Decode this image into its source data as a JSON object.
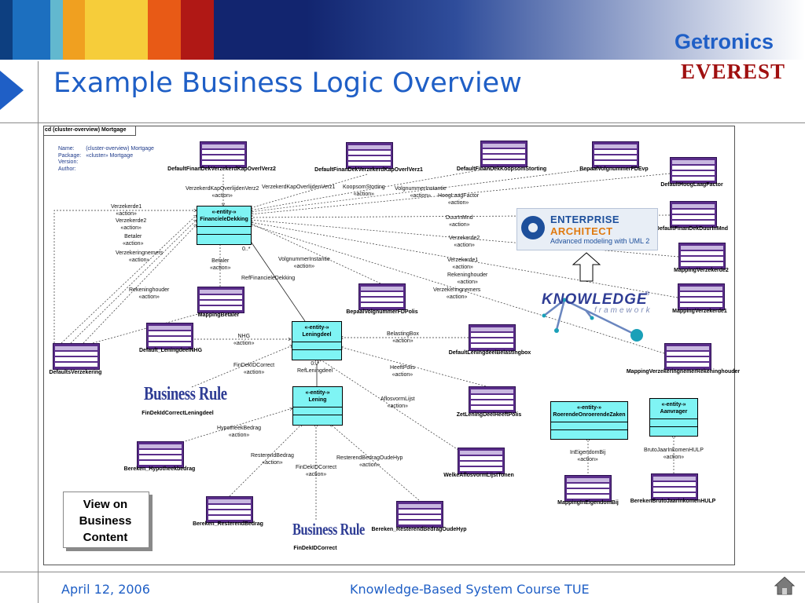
{
  "header": {
    "title": "Example Business Logic Overview",
    "logo_primary": "Getronics",
    "logo_secondary": "EVEREST",
    "band_colors": [
      "#0d3f80",
      "#1c6fbf",
      "#62b8cf",
      "#f0a020",
      "#f6cd3a",
      "#e85a16",
      "#b01815",
      "#12256f"
    ]
  },
  "diagram": {
    "frame_label": "cd (cluster-overview) Mortgage",
    "meta": [
      {
        "key": "Name:",
        "value": "(cluster-overview) Mortgage"
      },
      {
        "key": "Package:",
        "value": "«cluster» Mortgage"
      },
      {
        "key": "Version:",
        "value": ""
      },
      {
        "key": "Author:",
        "value": ""
      }
    ],
    "entities": {
      "financieledekking": {
        "stereo": "«-entity-»",
        "name": "FinancieleDekking"
      },
      "leningdeel": {
        "stereo": "«-entity-»",
        "name": "Leningdeel"
      },
      "lening": {
        "stereo": "«-entity-»",
        "name": "Lening"
      },
      "roerende": {
        "stereo": "«-entity-»",
        "name": "RoerendeOnroerendeZaken"
      },
      "aanvrager": {
        "stereo": "«-entity-»",
        "name": "Aanvrager"
      }
    },
    "boxes": {
      "b1": "DefaultFinanDekVerzekerdKapOverlVerz2",
      "b2": "DefaultFinanDekVerzekerdKapOverlVerz1",
      "b3": "DefaultFinanDekKoopsomStorting",
      "b4": "BepaalVolgnummerFDEvp",
      "b5": "DefaultHoogLaagFactor",
      "b6": "DefaultFinanDekDuurInMnd",
      "b7": "MappingVerzekerde2",
      "b8": "MappingVerzekerde1",
      "b9": "MappingVerzekeringnemerRekeninghouder",
      "b10": "MappingBetaler",
      "b11": "BepaalVolgnummerFDPolis",
      "b12": "Default_LeningdeelNHG",
      "b13": "DefaultsVerzekering",
      "b14": "DefaultLeningdeelBelastingbox",
      "b15": "ZetLeningDeelHeeftPolis",
      "b16": "WelkeAflosvormLijstTonen",
      "b17": "Bereken_Hypotheekbedrag",
      "b18": "Bereken_ResterendBedrag",
      "b19": "Bereken_ResterendBedragOudeHyp",
      "b20": "MappingInEigendomBij",
      "b21": "BerekenBrutoJaarinkomenHULP",
      "br1": "FinDekIdCorrectLeningdeel",
      "br2": "FinDekIDCorrect"
    },
    "labels": {
      "l1a": "VerzekerdKapOverlijdenVerz2",
      "l1b": "«action»",
      "l2": "VerzekerdKapOverlijdenVerz1",
      "l3a": "KoopsomStorting",
      "l3b": "«action»",
      "l4a": "VolgnummerInstantie",
      "l4b": "«action»",
      "l5a": "HoogLaagFactor",
      "l5b": "«action»",
      "l6a": "DuurInMnd",
      "l6b": "«action»",
      "l7a": "Verzekerde2",
      "l7b": "«action»",
      "l8a": "Verzekerde1",
      "l8b": "«action»",
      "l9a": "Rekeninghouder",
      "l9b": "«action»",
      "l10a": "Verzekeringnemers",
      "l10b": "«action»",
      "l11a": "Verzekerde1",
      "l11b": "«action»",
      "l12a": "Verzekerde2",
      "l12b": "«action»",
      "l13a": "Betaler",
      "l13b": "«action»",
      "l14a": "Verzekeringnemers",
      "l14b": "«action»",
      "l15a": "Betaler",
      "l15b": "«action»",
      "l16a": "VolgnummerInstantie",
      "l16b": "«action»",
      "l17": "RefFinancieleDekking",
      "l18": "0..*",
      "l19a": "Rekeninghouder",
      "l19b": "«action»",
      "l20a": "NHG",
      "l20b": "«action»",
      "l21a": "BelastingBox",
      "l21b": "«action»",
      "l22a": "FinDekIDCorrect",
      "l22b": "«action»",
      "l23a": "0..*",
      "l23b": "RefLeningdeel",
      "l24a": "HeeftPolis",
      "l24b": "«action»",
      "l25a": "AflosvormLijst",
      "l25b": "«action»",
      "l26a": "HypotheekBedrag",
      "l26b": "«action»",
      "l27a": "ResterendBedrag",
      "l27b": "«action»",
      "l28a": "FinDekIDCorrect",
      "l28b": "«action»",
      "l29a": "ResterendBedragOudeHyp",
      "l29b": "«action»",
      "l30a": "InEigendomBij",
      "l30b": "«action»",
      "l31a": "BrutoJaarInkomenHULP",
      "l31b": "«action»"
    }
  },
  "branding": {
    "ea_line1": "ENTERPRISE",
    "ea_line2": "ARCHITECT",
    "ea_line3": "Advanced modeling with UML 2",
    "kf_line1": "KNOWLEDGE",
    "kf_reg": "®",
    "kf_line2": "framework",
    "business_rule": "Business Rule"
  },
  "callout": {
    "line1": "View on",
    "line2": "Business",
    "line3": "Content"
  },
  "footer": {
    "date": "April 12, 2006",
    "course": "Knowledge-Based System Course TUE"
  }
}
